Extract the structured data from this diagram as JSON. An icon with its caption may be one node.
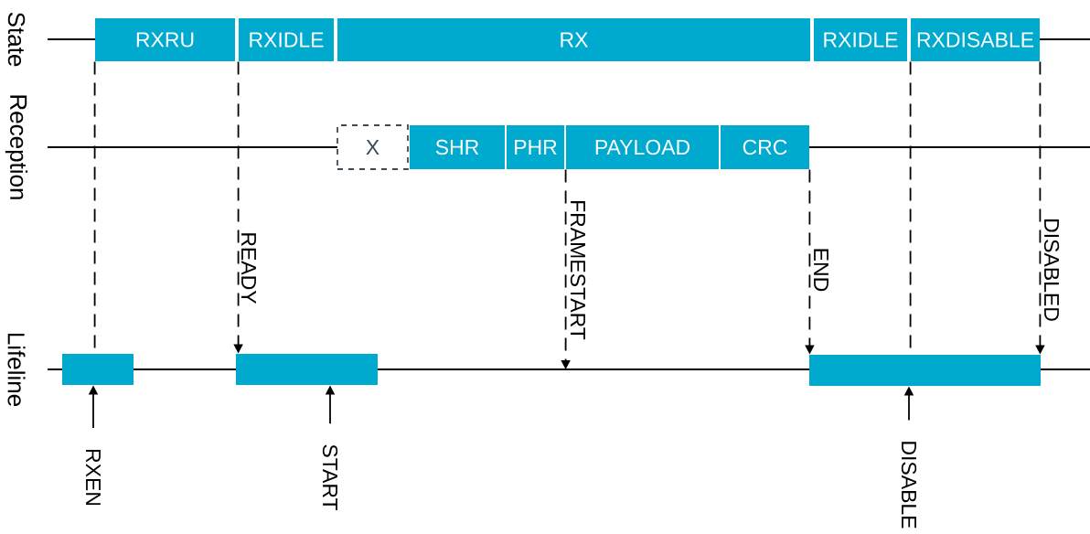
{
  "diagram": {
    "nodes": [
      {
        "text": [
          "RXRU"
        ]
      },
      {
        "text": [
          "RXIDLE"
        ]
      },
      {
        "text": [
          "RX"
        ]
      },
      {
        "text": [
          "RXIDLE"
        ]
      },
      {
        "text": [
          "RXDISABLE"
        ]
      },
      {
        "text": [
          "X"
        ]
      },
      {
        "text": [
          "SHR"
        ]
      },
      {
        "text": [
          "PHR"
        ]
      },
      {
        "text": [
          "PAYLOAD"
        ]
      },
      {
        "text": [
          "CRC"
        ]
      },
      {
        "text": [],
        "shape": "bar"
      },
      {
        "text": [],
        "shape": "bar"
      },
      {
        "text": [],
        "shape": "bar"
      },
      {
        "text": [
          "RXEN"
        ]
      },
      {
        "text": [
          "START"
        ]
      },
      {
        "text": [
          "DISABLE"
        ]
      }
    ],
    "edges": [
      {
        "from": 0,
        "to": 10,
        "arrow": "none",
        "style": "dashed"
      },
      {
        "from": 1,
        "to": 11,
        "arrow": "to",
        "style": "dashed",
        "label": "READY"
      },
      {
        "from": 8,
        "to": null,
        "arrow": "to",
        "style": "dashed",
        "label": "FRAMESTART"
      },
      {
        "from": 9,
        "to": 12,
        "arrow": "to",
        "style": "dashed",
        "label": "END"
      },
      {
        "from": 4,
        "to": 12,
        "arrow": "none",
        "style": "dashed"
      },
      {
        "from": 4,
        "to": 12,
        "arrow": "to",
        "style": "dashed",
        "label": "DISABLED"
      },
      {
        "from": 13,
        "to": 10,
        "arrow": "to"
      },
      {
        "from": 14,
        "to": 11,
        "arrow": "to"
      },
      {
        "from": 15,
        "to": 12,
        "arrow": "to"
      }
    ],
    "labels": [
      "State",
      "Reception",
      "Lifeline"
    ]
  }
}
